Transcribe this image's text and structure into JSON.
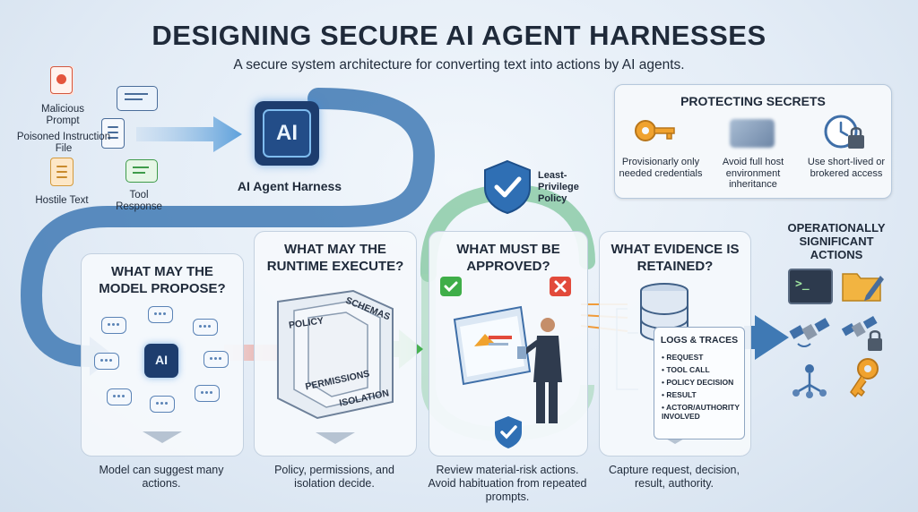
{
  "title": "DESIGNING SECURE AI AGENT HARNESSES",
  "subtitle": "A secure system architecture for converting text into actions by AI agents.",
  "inputs": {
    "malicious_prompt": "Malicious Prompt",
    "poisoned_file": "Poisoned Instruction File",
    "hostile_text": "Hostile Text",
    "tool_response": "Tool Response"
  },
  "harness": {
    "chip_label": "AI",
    "label": "AI Agent Harness"
  },
  "least_privilege": "Least-Privilege Policy",
  "secrets": {
    "title": "PROTECTING SECRETS",
    "items": [
      "Provisionarly only needed credentials",
      "Avoid full host environment inheritance",
      "Use short-lived or brokered access"
    ]
  },
  "panels": {
    "propose": {
      "title": "WHAT MAY THE MODEL PROPOSE?",
      "caption": "Model can suggest many actions.",
      "chip": "AI"
    },
    "execute": {
      "title": "WHAT MAY THE RUNTIME EXECUTE?",
      "caption": "Policy, permissions, and isolation decide.",
      "layers": [
        "POLICY",
        "SCHEMAS",
        "PERMISSIONS",
        "ISOLATION"
      ]
    },
    "approve": {
      "title": "WHAT MUST BE APPROVED?",
      "caption": "Review material-risk actions. Avoid habituation from repeated prompts."
    },
    "evidence": {
      "title": "WHAT EVIDENCE IS RETAINED?",
      "caption": "Capture request, decision, result, authority."
    }
  },
  "logs": {
    "title": "LOGS & TRACES",
    "items": [
      "REQUEST",
      "TOOL CALL",
      "POLICY DECISION",
      "RESULT",
      "ACTOR/AUTHORITY INVOLVED"
    ]
  },
  "ops": {
    "title": "OPERATIONALLY SIGNIFICANT ACTIONS",
    "terminal_prompt": ">_"
  },
  "colors": {
    "accent": "#2f7fc0",
    "green": "#3fae49",
    "red": "#e24a3b",
    "ink": "#1f2a3a"
  }
}
